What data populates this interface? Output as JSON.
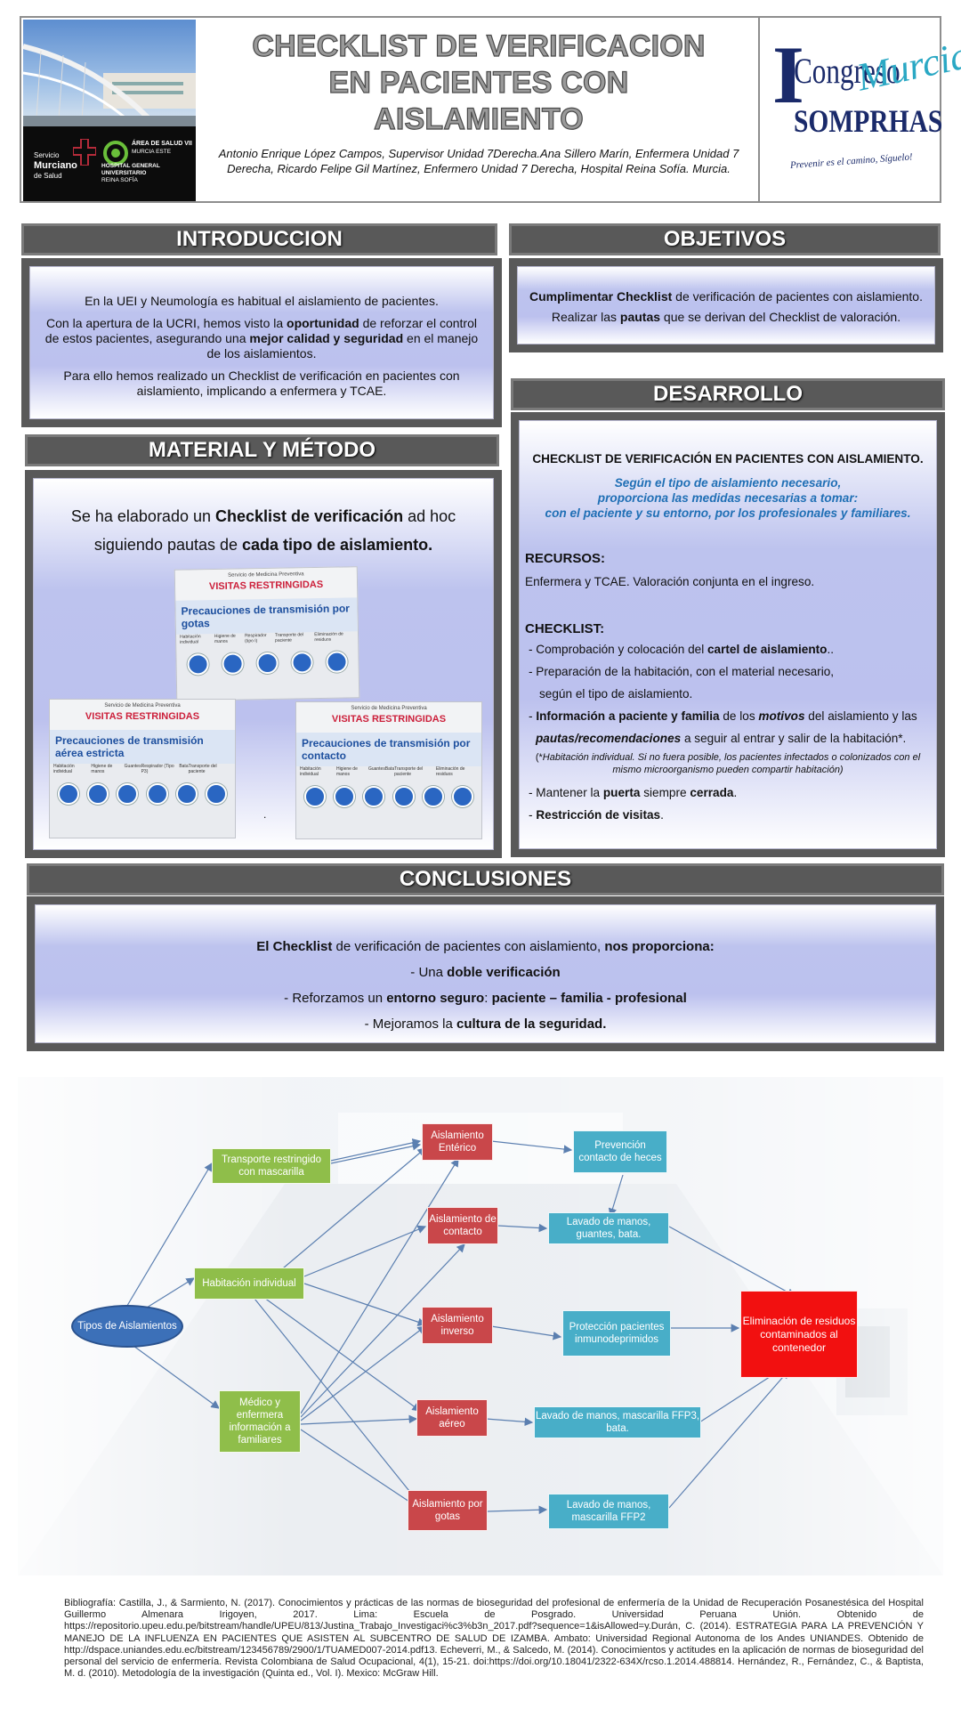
{
  "header": {
    "title_lines": [
      "CHECKLIST DE VERIFICACION",
      "EN PACIENTES CON",
      "AISLAMIENTO"
    ],
    "authors": "Antonio Enrique López Campos, Supervisor Unidad 7Derecha.Ana Sillero Marín, Enfermera Unidad 7 Derecha, Ricardo Felipe Gil Martínez, Enfermero  Unidad 7 Derecha, Hospital Reina Sofía. Murcia.",
    "logo_left": {
      "service": "Servicio",
      "name": "Murciano",
      "sub": "de Salud",
      "area": "ÁREA DE SALUD VII",
      "area_sub": "MURCIA ESTE",
      "hospital": "HOSPITAL GENERAL UNIVERSITARIO",
      "hospital_sub": "REINA SOFÍA"
    },
    "congress": {
      "roman": "I",
      "congreso": "Congreso",
      "murcia": "Murcia",
      "somprhas": "SOMPRHAS",
      "tagline": "Prevenir es el camino, Síguelo!"
    }
  },
  "intro": {
    "heading": "INTRODUCCION",
    "p1": "En la UEI y Neumología es habitual el aislamiento de pacientes.",
    "p2_a": "Con la apertura de la UCRI, hemos visto la ",
    "p2_b": "oportunidad",
    "p2_c": " de reforzar el control de estos pacientes, asegurando una ",
    "p2_d": "mejor calidad y seguridad",
    "p2_e": " en el manejo de los aislamientos.",
    "p3": "Para ello hemos realizado  un Checklist de verificación en pacientes con aislamiento, implicando a  enfermera y TCAE."
  },
  "objetivos": {
    "heading": "OBJETIVOS",
    "p1_a": "Cumplimentar Checklist",
    "p1_b": " de verificación de pacientes con aislamiento.",
    "p2_a": "Realizar las ",
    "p2_b": "pautas",
    "p2_c": " que se derivan del Checklist de valoración."
  },
  "material": {
    "heading": "MATERIAL  Y MÉTODO",
    "line1_a": "Se ha elaborado un ",
    "line1_b": "Checklist de verificación",
    "line1_c": " ad hoc",
    "line2_a": "siguiendo pautas de ",
    "line2_b": "cada tipo de aislamiento.",
    "dot": ".",
    "signs": [
      {
        "service": "Servicio de Medicina Preventiva",
        "restricted": "VISITAS RESTRINGIDAS",
        "title": "Precauciones de transmisión por gotas",
        "captions": [
          "Habitación individual",
          "Higiene de manos",
          "Respirador (tipo I)",
          "Transporte del paciente",
          "Eliminación de residuos"
        ]
      },
      {
        "service": "Servicio de Medicina Preventiva",
        "restricted": "VISITAS RESTRINGIDAS",
        "title": "Precauciones de transmisión aérea estricta",
        "captions": [
          "Habitación individual",
          "Higiene de manos",
          "Guantes",
          "Respirador (Tipo P3)",
          "Bata",
          "Transporte del paciente"
        ]
      },
      {
        "service": "Servicio de Medicina Preventiva",
        "restricted": "VISITAS RESTRINGIDAS",
        "title": "Precauciones de transmisión por contacto",
        "captions": [
          "Habitación individual",
          "Higiene de manos",
          "Guantes",
          "Bata",
          "Transporte del paciente",
          "Eliminación de residuos"
        ]
      }
    ]
  },
  "desarrollo": {
    "heading": "DESARROLLO",
    "title": "CHECKLIST DE VERIFICACIÓN EN PACIENTES CON AISLAMIENTO.",
    "italic1": "Según el tipo de aislamiento necesario,",
    "italic2": "proporciona las medidas necesarias a tomar:",
    "italic3": "con el paciente y su entorno, por los profesionales y  familiares.",
    "recursos_label": "RECURSOS:",
    "recursos_text": "Enfermera y TCAE. Valoración conjunta en el ingreso.",
    "checklist_label": "CHECKLIST:",
    "i1_a": " - Comprobación y colocación  del ",
    "i1_b": "cartel de aislamiento",
    "i1_c": "..",
    "i2": " - Preparación de la habitación, con el material necesario,",
    "i2b": "según el  tipo de aislamiento.",
    "i3_a": " - ",
    "i3_b": "Información a paciente y familia",
    "i3_c": " de los ",
    "i3_d": "motivos",
    "i3_e": " del aislamiento y las",
    "i3_f": "pautas/recomendaciones",
    "i3_g": " a seguir al entrar y salir de la habitación*.",
    "note_a": "(*",
    "note_b": "Habitación individual. Si no fuera posible, los pacientes infectados  o colonizados con el mismo microorganismo pueden compartir habitación)",
    "i4_a": " - Mantener la ",
    "i4_b": "puerta",
    "i4_c": " siempre ",
    "i4_d": "cerrada",
    "i4_e": ".",
    "i5_a": " - ",
    "i5_b": "Restricción de visitas",
    "i5_c": "."
  },
  "conclusiones": {
    "heading": "CONCLUSIONES",
    "l1_a": "El Checklist",
    "l1_b": " de verificación de pacientes con aislamiento, ",
    "l1_c": "nos proporciona:",
    "l2_a": "- Una ",
    "l2_b": "doble verificación",
    "l3_a": "- Reforzamos  un ",
    "l3_b": "entorno seguro",
    "l3_c": ": ",
    "l3_d": "paciente – familia  - profesional",
    "l4_a": "- Mejoramos  la ",
    "l4_b": "cultura de la seguridad."
  },
  "diagram": {
    "nodes": {
      "tipos": "Tipos de Aislamientos",
      "transporte": "Transporte restringido con mascarilla",
      "habitacion": "Habitación individual",
      "medico": "Médico y enfermera información a familiares",
      "enterico": "Aislamiento Entérico",
      "contacto": "Aislamiento de contacto",
      "inverso": "Aislamiento inverso",
      "aereo": "Aislamiento aéreo",
      "gotas": "Aislamiento por gotas",
      "prevencion": "Prevención contacto de heces",
      "lavado_bata": "Lavado de manos, guantes, bata.",
      "proteccion": "Protección pacientes inmunodeprimidos",
      "lavado_ffp3": "Lavado de manos, mascarilla FFP3, bata.",
      "lavado_ffp2": "Lavado de manos, mascarilla FFP2",
      "eliminacion": "Eliminación de residuos contaminados al contenedor"
    },
    "colors": {
      "green": "#8fbe4a",
      "red": "#c9474a",
      "blue": "#48aec8",
      "bright_red": "#f21010",
      "oval": "#3c70b8",
      "arrow": "#5b7fb0"
    }
  },
  "bibliografia": "Bibliografía: Castilla, J., & Sarmiento, N. (2017). Conocimientos y prácticas de las normas de bioseguridad del profesional de enfermería de la Unidad de Recuperación Posanestésica del Hospital Guillermo Almenara Irigoyen, 2017. Lima: Escuela de Posgrado. Universidad Peruana Unión. Obtenido de https://repositorio.upeu.edu.pe/bitstream/handle/UPEU/813/Justina_Trabajo_Investigaci%c3%b3n_2017.pdf?sequence=1&isAllowed=y.Durán, C. (2014). ESTRATEGIA PARA LA PREVENCIÓN Y MANEJO DE LA  INFLUENZA EN PACIENTES QUE ASISTEN AL SUBCENTRO DE SALUD DE IZAMBA. Ambato: Universidad Regional Autonoma de los Andes UNIANDES. Obtenido de http://dspace.uniandes.edu.ec/bitstream/123456789/2900/1/TUAMED007-2014.pdf13. Echeverri, M., & Salcedo, M. (2014). Conocimientos y actitudes en la aplicación de normas de bioseguridad del personal del servicio de enfermería. Revista Colombiana de Salud Ocupacional, 4(1), 15-21. doi:https://doi.org/10.18041/2322-634X/rcso.1.2014.488814. Hernández, R., Fernández, C., & Baptista, M. d. (2010). Metodología de la investigación (Quinta ed., Vol. I). Mexico: McGraw Hill."
}
